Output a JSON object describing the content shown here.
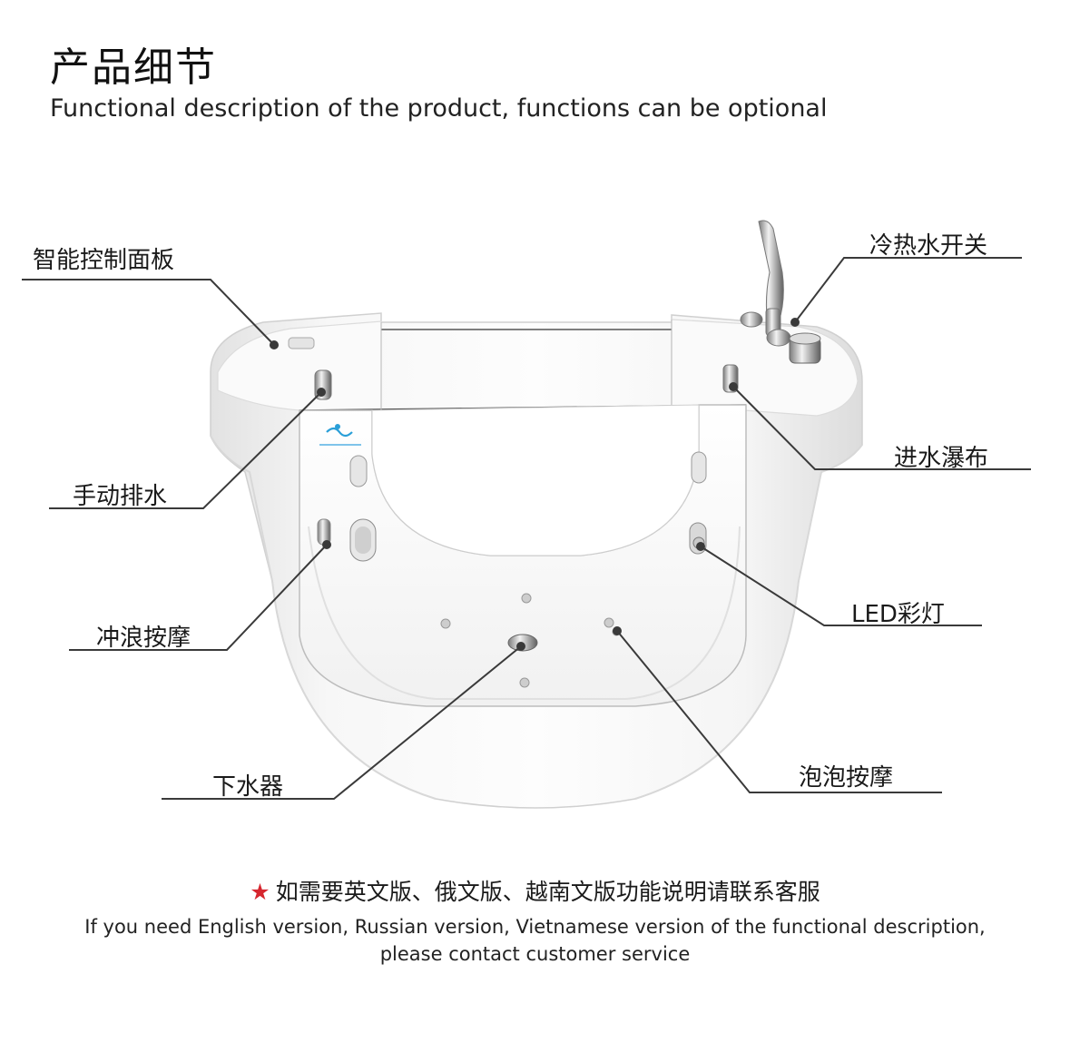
{
  "header": {
    "title": "产品细节",
    "subtitle": "Functional description of the product, functions can be optional"
  },
  "callouts": {
    "control_panel": "智能控制面板",
    "manual_drain": "手动排水",
    "surf_massage": "冲浪按摩",
    "drain": "下水器",
    "faucet_switch": "冷热水开关",
    "waterfall_inlet": "进水瀑布",
    "led_light": "LED彩灯",
    "bubble_massage": "泡泡按摩"
  },
  "footer": {
    "star": "★",
    "note_cn": "如需要英文版、俄文版、越南文版功能说明请联系客服",
    "note_en_line1": "If you need English version, Russian version, Vietnamese version of the functional description,",
    "note_en_line2": "please contact customer service"
  },
  "colors": {
    "star": "#d6262e",
    "leader_line": "#3a3a3a",
    "tub_body": "#f4f4f4",
    "tub_inner": "#ffffff"
  }
}
